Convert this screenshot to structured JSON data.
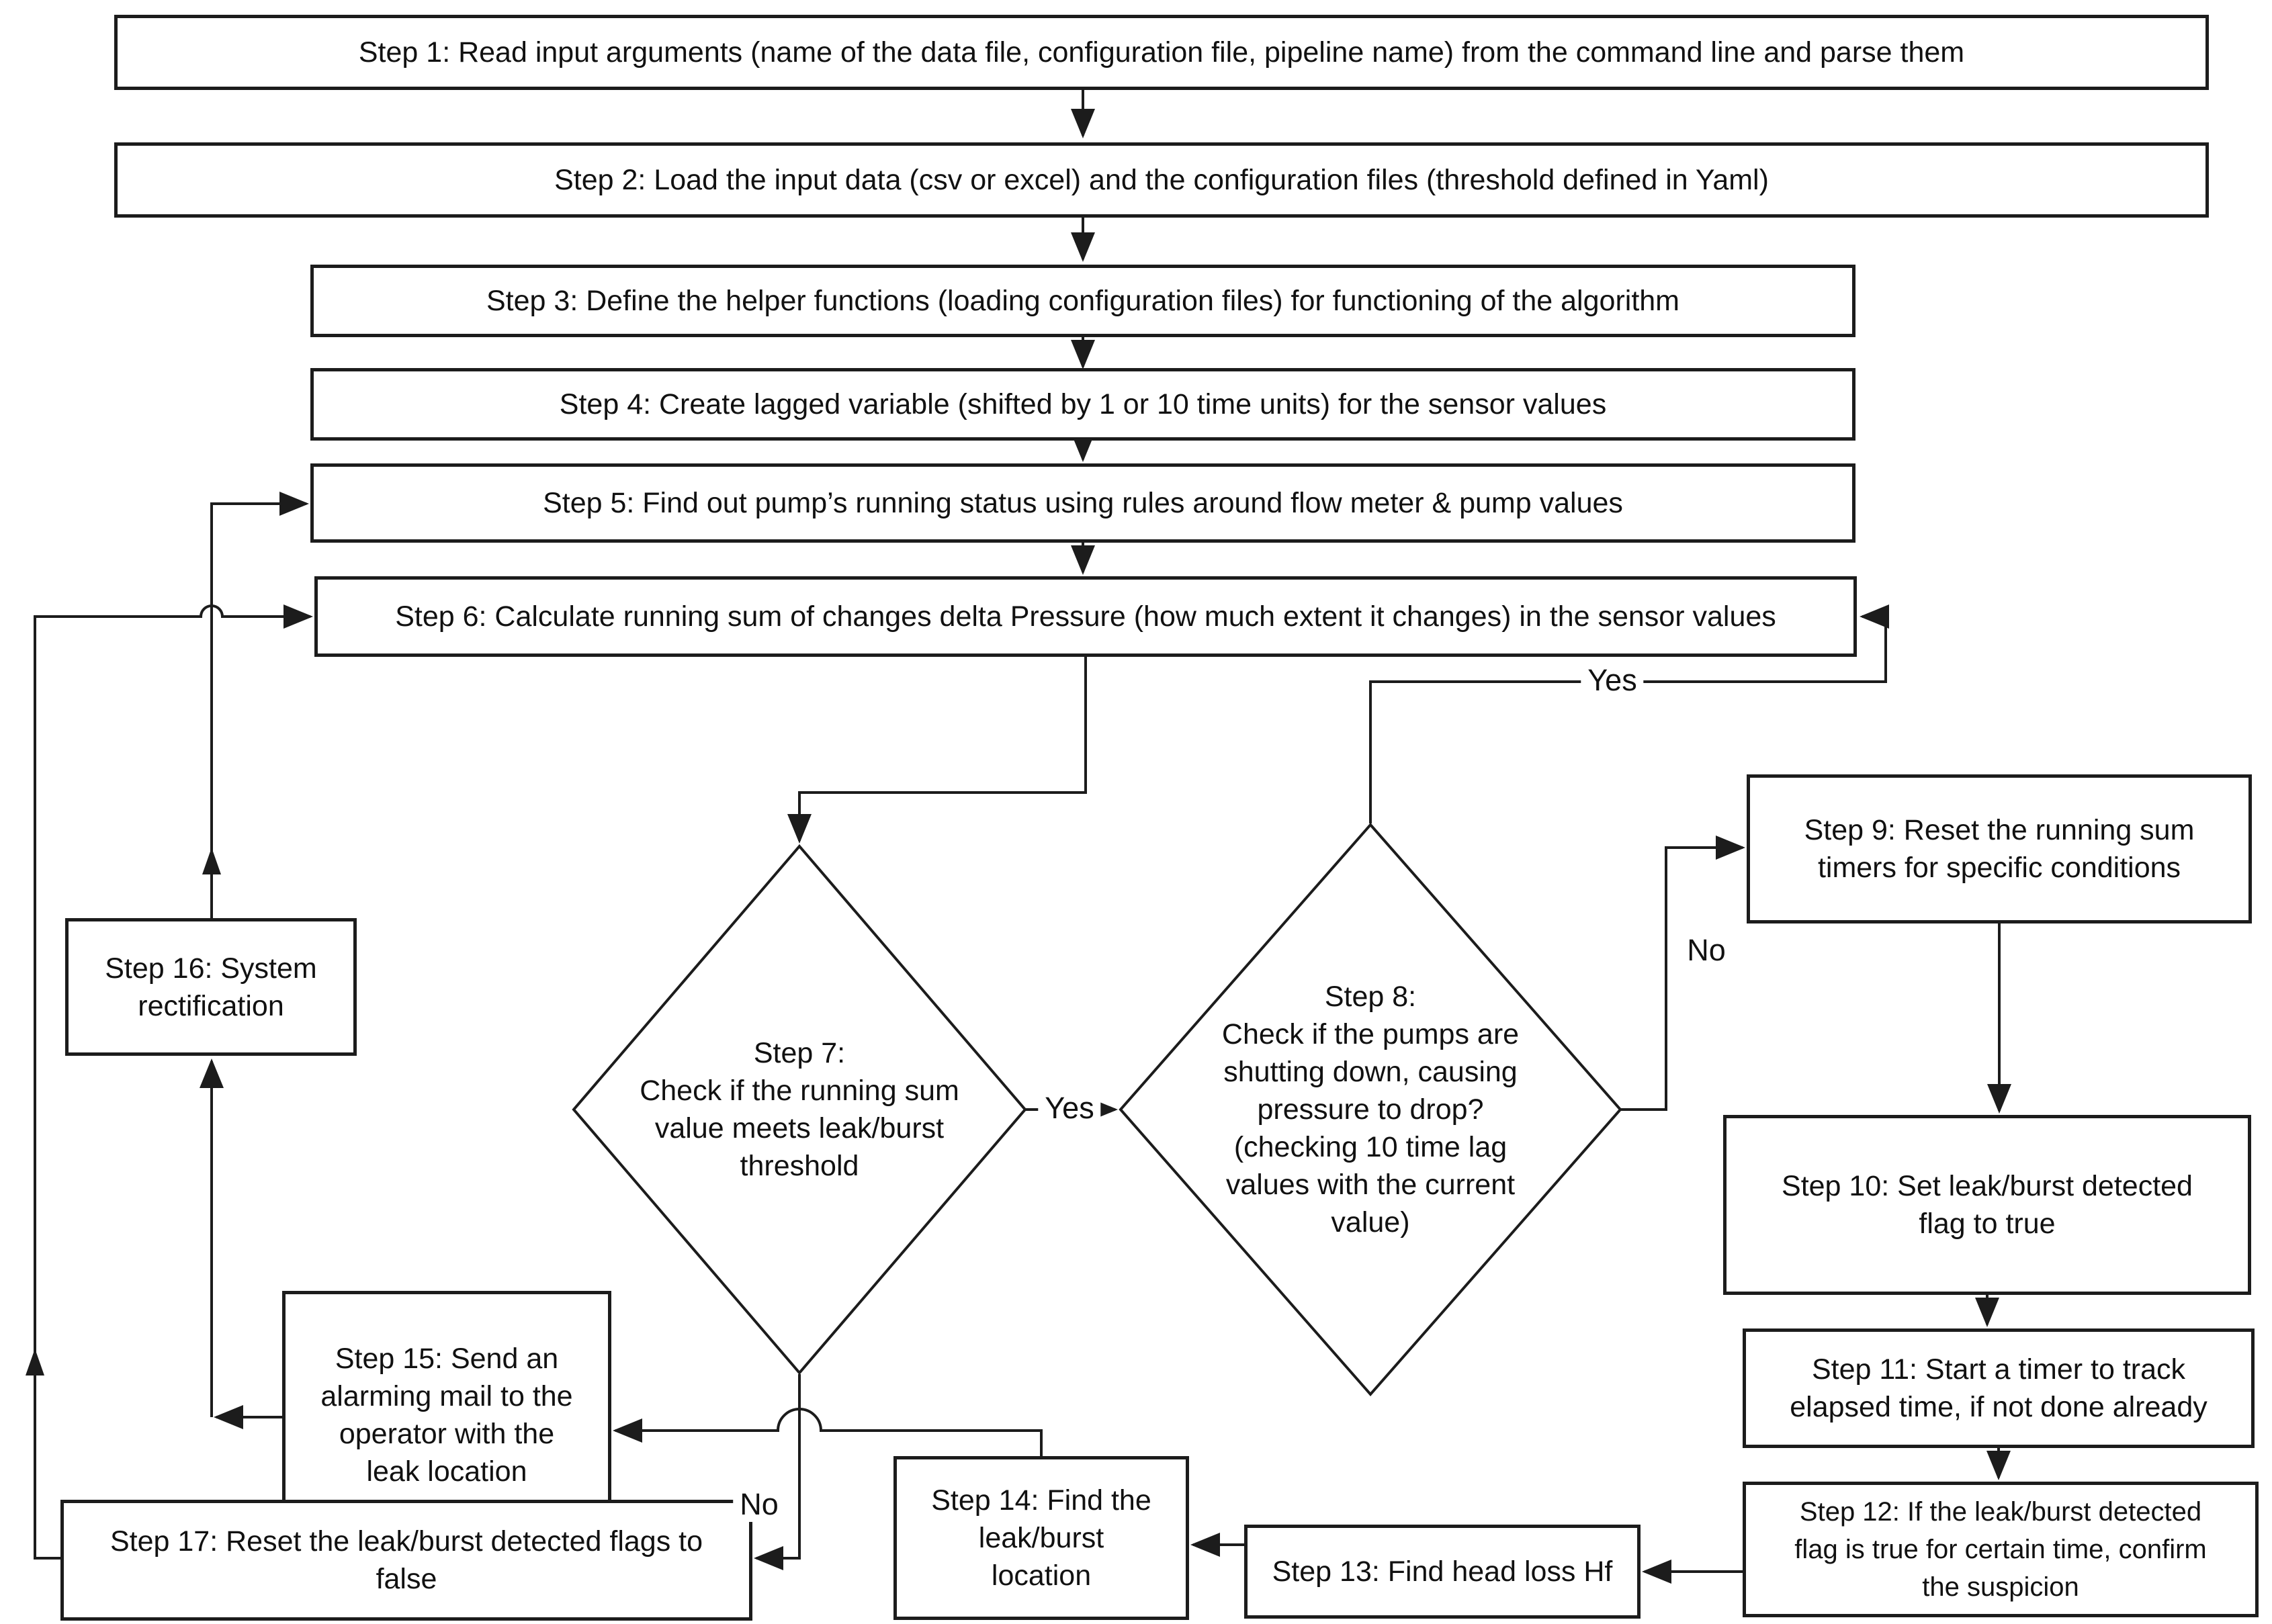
{
  "diagram": {
    "background": "#ffffff",
    "stroke_color": "#1c1c1c",
    "text_color": "#111111",
    "node_fill": "#ffffff"
  },
  "nodes": [
    {
      "id": "step-1",
      "shape": "rect",
      "text": "Step 1: Read input arguments (name of the data file, configuration file, pipeline name) from the command line and parse them"
    },
    {
      "id": "step-2",
      "shape": "rect",
      "text": "Step 2: Load the input data (csv or excel) and the configuration files (threshold defined in Yaml)"
    },
    {
      "id": "step-3",
      "shape": "rect",
      "text": "Step 3: Define the helper functions (loading configuration files) for functioning of the algorithm"
    },
    {
      "id": "step-4",
      "shape": "rect",
      "text": "Step 4: Create lagged variable (shifted by 1 or 10 time units) for the sensor values"
    },
    {
      "id": "step-5",
      "shape": "rect",
      "text": "Step 5: Find out pump’s running status using rules around flow meter & pump values"
    },
    {
      "id": "step-6",
      "shape": "rect",
      "text": "Step 6: Calculate running sum of changes delta Pressure (how much extent it changes) in the sensor values"
    },
    {
      "id": "step-7",
      "shape": "diamond",
      "text": "Step 7:\nCheck if the running sum\nvalue meets leak/burst\nthreshold"
    },
    {
      "id": "step-8",
      "shape": "diamond",
      "text": "Step 8:\nCheck if the pumps are\nshutting down, causing\npressure to drop?\n(checking 10 time lag\nvalues with the current\nvalue)"
    },
    {
      "id": "step-9",
      "shape": "rect",
      "text": "Step 9: Reset the running sum\ntimers for specific conditions"
    },
    {
      "id": "step-10",
      "shape": "rect",
      "text": "Step 10: Set leak/burst detected\nflag to true"
    },
    {
      "id": "step-11",
      "shape": "rect",
      "text": "Step 11: Start a timer to track\nelapsed time, if not done already"
    },
    {
      "id": "step-12",
      "shape": "rect",
      "text": "Step 12: If the leak/burst detected\nflag is true for certain time, confirm\nthe suspicion"
    },
    {
      "id": "step-13",
      "shape": "rect",
      "text": "Step 13: Find head loss Hf"
    },
    {
      "id": "step-14",
      "shape": "rect",
      "text": "Step 14: Find the\nleak/burst\nlocation"
    },
    {
      "id": "step-15",
      "shape": "rect",
      "text": "Step 15: Send an\nalarming mail to the\noperator with the\nleak location"
    },
    {
      "id": "step-16",
      "shape": "rect",
      "text": "Step 16: System\nrectification"
    },
    {
      "id": "step-17",
      "shape": "rect",
      "text": "Step 17: Reset the leak/burst detected flags to\nfalse"
    }
  ],
  "edge_labels": [
    {
      "id": "yes-step7-to-step8",
      "text": "Yes"
    },
    {
      "id": "yes-step8-to-step6",
      "text": "Yes"
    },
    {
      "id": "no-step8-to-step9",
      "text": "No"
    },
    {
      "id": "no-step7-to-step17",
      "text": "No"
    }
  ]
}
